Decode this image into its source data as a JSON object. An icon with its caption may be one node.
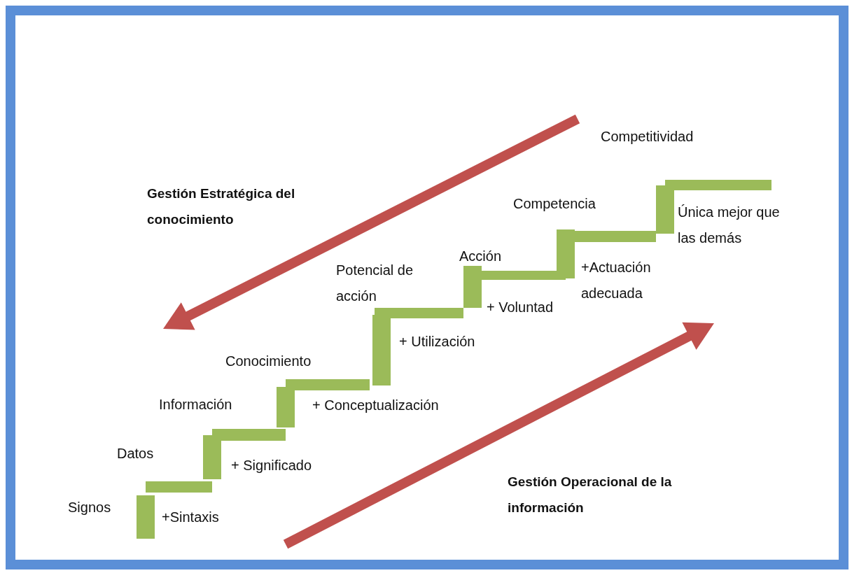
{
  "diagram": {
    "labels": [
      "Competitividad",
      "Gestión Estratégica del conocimiento",
      "Competencia",
      "Única mejor que las demás",
      "Acción",
      "Potencial de acción",
      "+Actuación adecuada",
      "+ Voluntad",
      "+ Utilización",
      "Conocimiento",
      "Información",
      "+ Conceptualización",
      "Datos",
      "+ Significado",
      "Gestión Operacional de la información",
      "Signos",
      "+Sintaxis"
    ]
  }
}
